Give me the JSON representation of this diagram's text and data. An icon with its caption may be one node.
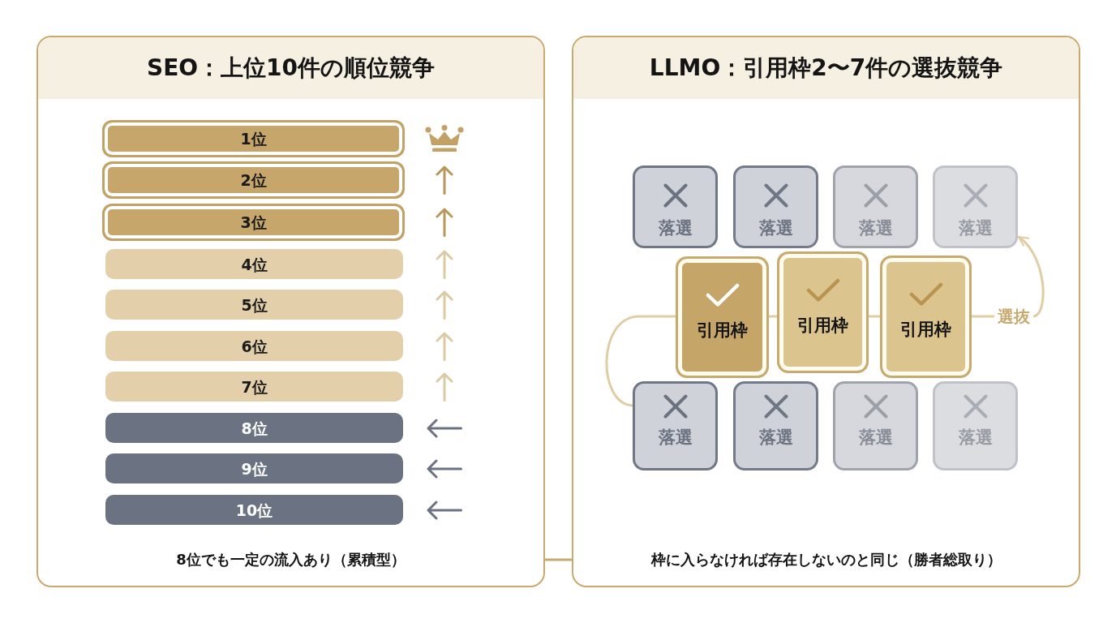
{
  "diagram": {
    "nodes": [
      {
        "text": [
          "SEO：上位10件の順位競争",
          "8位でも一定の流入あり（累積型）"
        ]
      },
      {
        "text": [
          "1位"
        ],
        "in": 0
      },
      {
        "text": [
          "2位"
        ],
        "in": 0
      },
      {
        "text": [
          "3位"
        ],
        "in": 0
      },
      {
        "text": [
          "4位"
        ],
        "in": 0
      },
      {
        "text": [
          "5位"
        ],
        "in": 0
      },
      {
        "text": [
          "6位"
        ],
        "in": 0
      },
      {
        "text": [
          "7位"
        ],
        "in": 0
      },
      {
        "text": [
          "8位"
        ],
        "in": 0
      },
      {
        "text": [
          "9位"
        ],
        "in": 0
      },
      {
        "text": [
          "10位"
        ],
        "in": 0
      },
      {
        "text": [
          "LLMO：引用枠2〜7件の選抜競争",
          "枠に入らなければ存在しないのと同じ（勝者総取り）"
        ]
      },
      {
        "text": [
          "落選"
        ],
        "in": 11
      },
      {
        "text": [
          "落選"
        ],
        "in": 11
      },
      {
        "text": [
          "落選"
        ],
        "in": 11
      },
      {
        "text": [
          "落選"
        ],
        "in": 11
      },
      {
        "text": [
          "引用枠"
        ],
        "in": 11
      },
      {
        "text": [
          "引用枠"
        ],
        "in": 11
      },
      {
        "text": [
          "引用枠"
        ],
        "in": 11
      },
      {
        "text": [
          "落選"
        ],
        "in": 11
      },
      {
        "text": [
          "落選"
        ],
        "in": 11
      },
      {
        "text": [
          "落選"
        ],
        "in": 11
      },
      {
        "text": [
          "落選"
        ],
        "in": 11
      }
    ],
    "edges": [
      {
        "from": 0,
        "to": 11,
        "arrow": "none",
        "color": "#c9a96e"
      },
      {
        "from": 19,
        "to": 16,
        "arrow": "none"
      },
      {
        "from": 16,
        "to": 17,
        "arrow": "none"
      },
      {
        "from": 17,
        "to": 18,
        "arrow": "none"
      },
      {
        "from": 18,
        "to": 15,
        "arrow": "to",
        "label": "選抜"
      }
    ]
  }
}
